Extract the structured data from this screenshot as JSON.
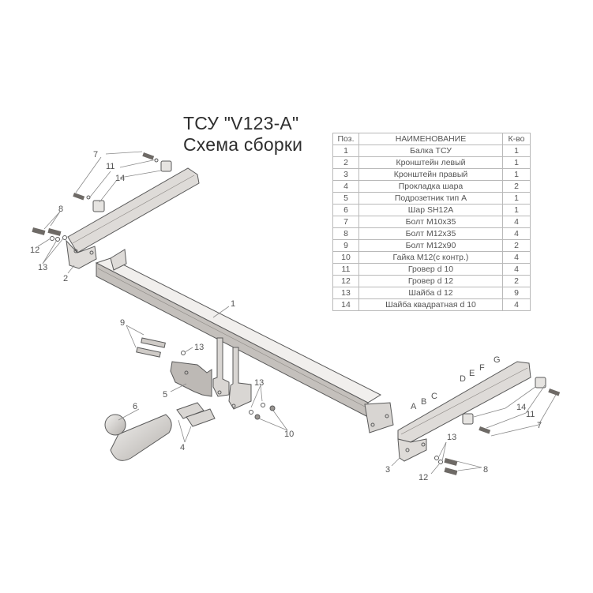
{
  "title": {
    "line1": "ТСУ \"V123-A\"",
    "line2": "Схема сборки"
  },
  "table": {
    "headers": {
      "pos": "Поз.",
      "name": "НАИМЕНОВАНИЕ",
      "qty": "К-во"
    },
    "rows": [
      {
        "pos": "1",
        "name": "Балка ТСУ",
        "qty": "1"
      },
      {
        "pos": "2",
        "name": "Кронштейн левый",
        "qty": "1"
      },
      {
        "pos": "3",
        "name": "Кронштейн правый",
        "qty": "1"
      },
      {
        "pos": "4",
        "name": "Прокладка шара",
        "qty": "2"
      },
      {
        "pos": "5",
        "name": "Подрозетник тип А",
        "qty": "1"
      },
      {
        "pos": "6",
        "name": "Шар SH12A",
        "qty": "1"
      },
      {
        "pos": "7",
        "name": "Болт М10х35",
        "qty": "4"
      },
      {
        "pos": "8",
        "name": "Болт М12х35",
        "qty": "4"
      },
      {
        "pos": "9",
        "name": "Болт М12х90",
        "qty": "2"
      },
      {
        "pos": "10",
        "name": "Гайка М12(с контр.)",
        "qty": "4"
      },
      {
        "pos": "11",
        "name": "Гровер d 10",
        "qty": "4"
      },
      {
        "pos": "12",
        "name": "Гровер d 12",
        "qty": "2"
      },
      {
        "pos": "13",
        "name": "Шайба d 12",
        "qty": "9"
      },
      {
        "pos": "14",
        "name": "Шайба квадратная d 10",
        "qty": "4"
      }
    ]
  },
  "callouts": {
    "left_bracket": {
      "c7": "7",
      "c11": "11",
      "c14": "14",
      "c8": "8",
      "c12": "12",
      "c13": "13",
      "c2": "2"
    },
    "center": {
      "c1": "1",
      "c9": "9",
      "c13": "13",
      "c5": "5",
      "c6": "6",
      "c4": "4",
      "c13b": "13",
      "c10": "10"
    },
    "right_bracket": {
      "A": "A",
      "B": "B",
      "C": "C",
      "D": "D",
      "E": "E",
      "F": "F",
      "G": "G",
      "c14": "14",
      "c11": "11",
      "c7": "7",
      "c13": "13",
      "c3": "3",
      "c12": "12",
      "c8": "8"
    }
  },
  "colors": {
    "metal_fill": "#c9c6c3",
    "metal_dark": "#a9a5a1",
    "metal_light": "#e6e4e1",
    "outline": "#5a5a5a",
    "table_border": "#b9b9b9",
    "text": "#555555"
  }
}
